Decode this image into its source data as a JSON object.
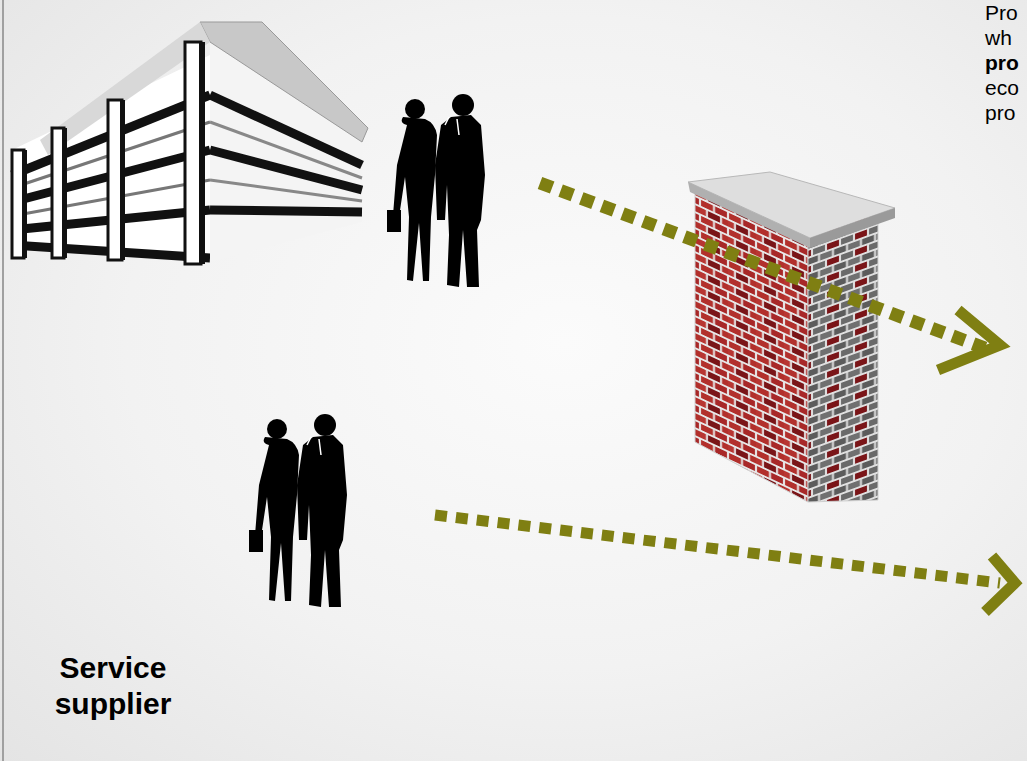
{
  "diagram": {
    "labels": [
      "Pro",
      "wh",
      "pro",
      "eco",
      "pro",
      "Service supplier"
    ]
  }
}
